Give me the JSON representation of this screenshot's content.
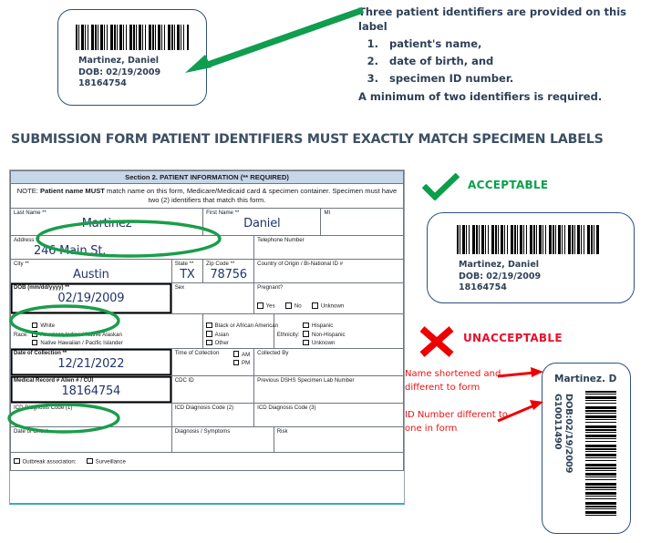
{
  "top_label": {
    "name": "Martinez, Daniel",
    "dob": "DOB: 02/19/2009",
    "id": "18164754"
  },
  "callout": {
    "lead": "Three patient identifiers are provided on this label",
    "items": [
      "patient's name,",
      "date of birth, and",
      "specimen ID number."
    ],
    "tail": "A minimum of two identifiers is required."
  },
  "main_heading": "SUBMISSION FORM PATIENT IDENTIFIERS MUST EXACTLY MATCH SPECIMEN LABELS",
  "form": {
    "section_header": "Section 2. PATIENT INFORMATION (** REQUIRED)",
    "note_prefix": "NOTE: ",
    "note_bold": "Patient name MUST",
    "note_rest": " match name on this form, Medicare/Medicaid card & specimen container. Specimen must have two (2) identifiers that match this form.",
    "labels": {
      "last_name": "Last Name **",
      "first_name": "First Name **",
      "mi": "MI",
      "address": "Address **",
      "telephone": "Telephone Number",
      "city": "City **",
      "state": "State **",
      "zip": "Zip Code **",
      "country": "Country of Origin / Bi-National ID #",
      "dob": "DOB (mm/dd/yyyy) **",
      "sex": "Sex",
      "pregnant": "Pregnant?",
      "race": "Race:",
      "ethnicity": "Ethnicity:",
      "date_of_collection": "Date of Collection **",
      "time_of_collection": "Time of Collection",
      "collected_by": "Collected By",
      "medical_record": "Medical Record # Alien # / CUI",
      "cdc_id": "CDC ID",
      "previous_lab": "Previous DSHS Specimen Lab Number",
      "icd1": "ICD Diagnosis Code (1)",
      "icd2": "ICD Diagnosis Code (2)",
      "icd3": "ICD Diagnosis Code (3)",
      "date_of_onset": "Date of Onset",
      "diagnosis": "Diagnosis / Symptoms",
      "risk": "Risk",
      "outbreak": "Outbreak association:",
      "surveillance": "Surveillance"
    },
    "values": {
      "last_name": "Martinez",
      "first_name": "Daniel",
      "mi": "",
      "address": "246 Main St.",
      "telephone": "",
      "city": "Austin",
      "state": "TX",
      "zip": "78756",
      "country": "",
      "dob": "02/19/2009",
      "date_of_collection": "12/21/2022",
      "medical_record": "18164754"
    },
    "pregnant_options": [
      "Yes",
      "No",
      "Unknown"
    ],
    "time_options": [
      "AM",
      "PM"
    ],
    "race_col1": [
      "White",
      "American Indian / Native Alaskan",
      "Native Hawaiian / Pacific Islander"
    ],
    "race_col2": [
      "Black or African American",
      "Asian",
      "Other"
    ],
    "ethnicity_options": [
      "Hispanic",
      "Non-Hispanic",
      "Unknown"
    ]
  },
  "acceptable": {
    "status": "ACCEPTABLE",
    "name": "Martinez, Daniel",
    "dob": "DOB: 02/19/2009",
    "id": "18164754"
  },
  "unacceptable": {
    "status": "UNACCEPTABLE",
    "name": "Martinez. D",
    "dob": "DOB:02/19/2009",
    "id": "G10011490",
    "annotation_name": [
      "Name shortened and",
      "different to form"
    ],
    "annotation_id": [
      "ID Number different to",
      "one in form"
    ]
  },
  "colors": {
    "green": "#0aa04a",
    "red": "#e8112d",
    "label_border": "#2f4f7f",
    "heading": "#3d4f63",
    "form_value": "#22356b",
    "section_bg": "#c7d7ea",
    "teal": "#3fa9b5"
  }
}
